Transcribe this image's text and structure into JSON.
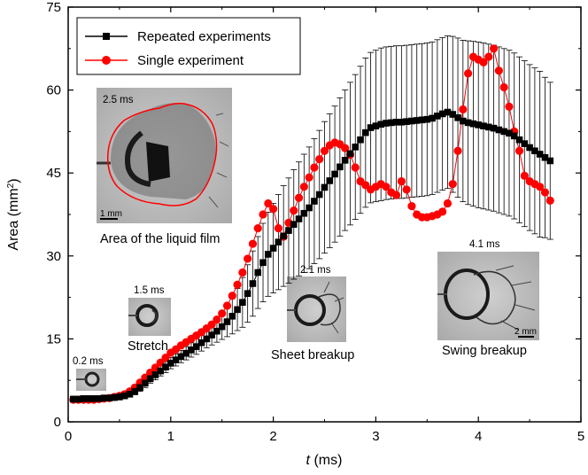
{
  "chart_data": {
    "type": "scatter",
    "xlabel": {
      "italic": "t",
      "rest": " (ms)"
    },
    "ylabel": {
      "main": "Area (mm",
      "sup": "2",
      "tail": ")"
    },
    "xlim": [
      0,
      5
    ],
    "ylim": [
      0,
      75
    ],
    "x_ticks": [
      "0",
      "1",
      "2",
      "3",
      "4",
      "5"
    ],
    "y_ticks": [
      "0",
      "15",
      "30",
      "45",
      "60",
      "75"
    ],
    "legend_position": "top-left",
    "series": [
      {
        "name": "Repeated experiments",
        "marker": "square",
        "color": "#000000",
        "x": [
          0.05,
          0.1,
          0.15,
          0.2,
          0.25,
          0.3,
          0.35,
          0.4,
          0.45,
          0.5,
          0.55,
          0.6,
          0.65,
          0.7,
          0.75,
          0.8,
          0.85,
          0.9,
          0.95,
          1.0,
          1.05,
          1.1,
          1.15,
          1.2,
          1.25,
          1.3,
          1.35,
          1.4,
          1.45,
          1.5,
          1.55,
          1.6,
          1.65,
          1.7,
          1.75,
          1.8,
          1.85,
          1.9,
          1.95,
          2.0,
          2.05,
          2.1,
          2.15,
          2.2,
          2.25,
          2.3,
          2.35,
          2.4,
          2.45,
          2.5,
          2.55,
          2.6,
          2.65,
          2.7,
          2.75,
          2.8,
          2.85,
          2.9,
          2.95,
          3.0,
          3.05,
          3.1,
          3.15,
          3.2,
          3.25,
          3.3,
          3.35,
          3.4,
          3.45,
          3.5,
          3.55,
          3.6,
          3.65,
          3.7,
          3.75,
          3.8,
          3.85,
          3.9,
          3.95,
          4.0,
          4.05,
          4.1,
          4.15,
          4.2,
          4.25,
          4.3,
          4.35,
          4.4,
          4.45,
          4.5,
          4.55,
          4.6,
          4.65,
          4.7
        ],
        "y": [
          4.1,
          4.1,
          4.2,
          4.2,
          4.2,
          4.2,
          4.3,
          4.3,
          4.4,
          4.5,
          4.7,
          5.0,
          5.5,
          6.2,
          7.0,
          7.8,
          8.5,
          9.2,
          9.9,
          10.6,
          11.2,
          11.8,
          12.4,
          13.0,
          13.6,
          14.3,
          15.0,
          15.7,
          16.4,
          17.2,
          18.1,
          19.1,
          20.3,
          21.6,
          23.2,
          25.0,
          27.0,
          28.8,
          30.3,
          31.4,
          32.5,
          33.6,
          34.6,
          35.7,
          36.7,
          37.7,
          38.7,
          39.9,
          41.1,
          42.4,
          43.6,
          44.8,
          46.1,
          47.3,
          48.5,
          49.7,
          51.0,
          52.3,
          53.2,
          53.5,
          53.8,
          54.0,
          54.1,
          54.2,
          54.2,
          54.3,
          54.4,
          54.5,
          54.6,
          54.7,
          54.9,
          55.3,
          55.7,
          56.0,
          55.6,
          55.0,
          54.4,
          54.1,
          53.9,
          53.7,
          53.5,
          53.3,
          53.1,
          52.8,
          52.5,
          52.2,
          51.7,
          51.0,
          50.3,
          49.6,
          49.0,
          48.4,
          47.8,
          47.2
        ],
        "error": [
          0.3,
          0.3,
          0.3,
          0.3,
          0.3,
          0.3,
          0.3,
          0.3,
          0.3,
          0.4,
          0.4,
          0.5,
          0.6,
          0.7,
          0.8,
          0.8,
          0.9,
          0.9,
          1.0,
          1.0,
          1.1,
          1.1,
          1.2,
          1.3,
          1.4,
          1.5,
          1.6,
          1.8,
          2.0,
          2.3,
          2.7,
          3.2,
          3.8,
          4.5,
          5.2,
          5.9,
          6.5,
          7.1,
          7.6,
          8.1,
          8.6,
          9.1,
          9.5,
          9.9,
          10.3,
          10.7,
          11.0,
          11.3,
          11.6,
          11.9,
          12.1,
          12.3,
          12.5,
          12.7,
          12.9,
          13.1,
          13.3,
          13.5,
          13.6,
          13.7,
          13.8,
          13.8,
          13.8,
          13.8,
          13.8,
          13.8,
          13.8,
          13.8,
          13.8,
          13.8,
          13.8,
          13.8,
          13.8,
          13.8,
          14.1,
          14.4,
          14.6,
          14.8,
          14.9,
          15.0,
          15.0,
          15.0,
          15.0,
          15.0,
          15.0,
          15.0,
          15.0,
          15.0,
          15.0,
          15.0,
          15.0,
          15.0,
          14.5,
          14.2
        ]
      },
      {
        "name": "Single experiment",
        "marker": "circle",
        "color": "#ff0000",
        "x": [
          0.05,
          0.1,
          0.15,
          0.2,
          0.25,
          0.3,
          0.35,
          0.4,
          0.45,
          0.5,
          0.55,
          0.6,
          0.65,
          0.7,
          0.75,
          0.8,
          0.85,
          0.9,
          0.95,
          1.0,
          1.05,
          1.1,
          1.15,
          1.2,
          1.25,
          1.3,
          1.35,
          1.4,
          1.45,
          1.5,
          1.55,
          1.6,
          1.65,
          1.7,
          1.75,
          1.8,
          1.85,
          1.9,
          1.95,
          2.0,
          2.05,
          2.1,
          2.15,
          2.2,
          2.25,
          2.3,
          2.35,
          2.4,
          2.45,
          2.5,
          2.55,
          2.6,
          2.65,
          2.7,
          2.75,
          2.8,
          2.85,
          2.9,
          2.95,
          3.0,
          3.05,
          3.1,
          3.15,
          3.2,
          3.25,
          3.3,
          3.35,
          3.4,
          3.45,
          3.5,
          3.55,
          3.6,
          3.65,
          3.7,
          3.75,
          3.8,
          3.85,
          3.9,
          3.95,
          4.0,
          4.05,
          4.1,
          4.15,
          4.2,
          4.25,
          4.3,
          4.35,
          4.4,
          4.45,
          4.5,
          4.55,
          4.6,
          4.65,
          4.7
        ],
        "y": [
          4.0,
          4.0,
          4.0,
          4.0,
          4.0,
          4.1,
          4.2,
          4.3,
          4.5,
          4.7,
          5.0,
          5.5,
          6.2,
          7.1,
          8.0,
          8.9,
          9.8,
          10.7,
          11.6,
          12.5,
          13.1,
          13.8,
          14.4,
          15.0,
          15.6,
          16.2,
          16.9,
          17.6,
          18.5,
          19.6,
          21.0,
          22.8,
          24.8,
          27.0,
          29.5,
          32.2,
          35.0,
          37.5,
          39.5,
          38.5,
          35.0,
          33.5,
          36.0,
          38.2,
          40.5,
          42.5,
          44.2,
          46.0,
          47.5,
          49.0,
          50.0,
          50.5,
          50.2,
          49.5,
          48.3,
          46.0,
          43.5,
          42.8,
          42.0,
          42.5,
          43.0,
          42.5,
          41.5,
          41.0,
          43.5,
          42.0,
          39.0,
          37.5,
          37.0,
          37.0,
          37.2,
          37.5,
          38.0,
          39.5,
          43.0,
          49.0,
          56.5,
          63.0,
          66.0,
          65.5,
          65.0,
          66.0,
          67.5,
          63.5,
          60.5,
          57.0,
          52.5,
          49.0,
          44.5,
          43.5,
          43.0,
          42.5,
          41.5,
          40.0
        ]
      }
    ],
    "insets": [
      {
        "time": "0.2 ms",
        "caption": ""
      },
      {
        "time": "1.5 ms",
        "caption": "Stretch"
      },
      {
        "time": "2.1 ms",
        "caption": "Sheet breakup"
      },
      {
        "time": "4.1 ms",
        "caption": "Swing breakup",
        "scale": "2 mm"
      },
      {
        "time": "2.5 ms",
        "caption": "Area of the liquid film",
        "scale": "1 mm"
      }
    ]
  }
}
